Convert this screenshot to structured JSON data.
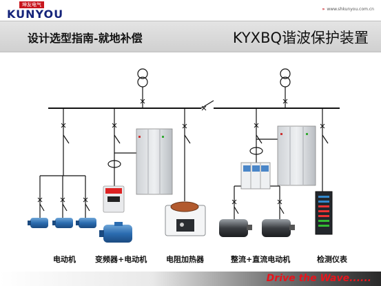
{
  "brand": {
    "logo_cn": "坤友电气",
    "logo_text": "KUNYOU",
    "url": "www.shkunyou.com.cn"
  },
  "header": {
    "left_title": "设计选型指南-就地补偿",
    "right_title": "KYXBQ谐波保护装置"
  },
  "labels": {
    "motor": "电动机",
    "vfd_motor": "变频器+电动机",
    "heater": "电阻加热器",
    "rectifier_dc": "整流+直流电动机",
    "instrument": "检测仪表"
  },
  "footer": {
    "slogan": "Drive the Wave......"
  },
  "colors": {
    "brand_red": "#c8161d",
    "brand_blue": "#14237a",
    "slogan_red": "#e8141c",
    "line": "#111111"
  }
}
